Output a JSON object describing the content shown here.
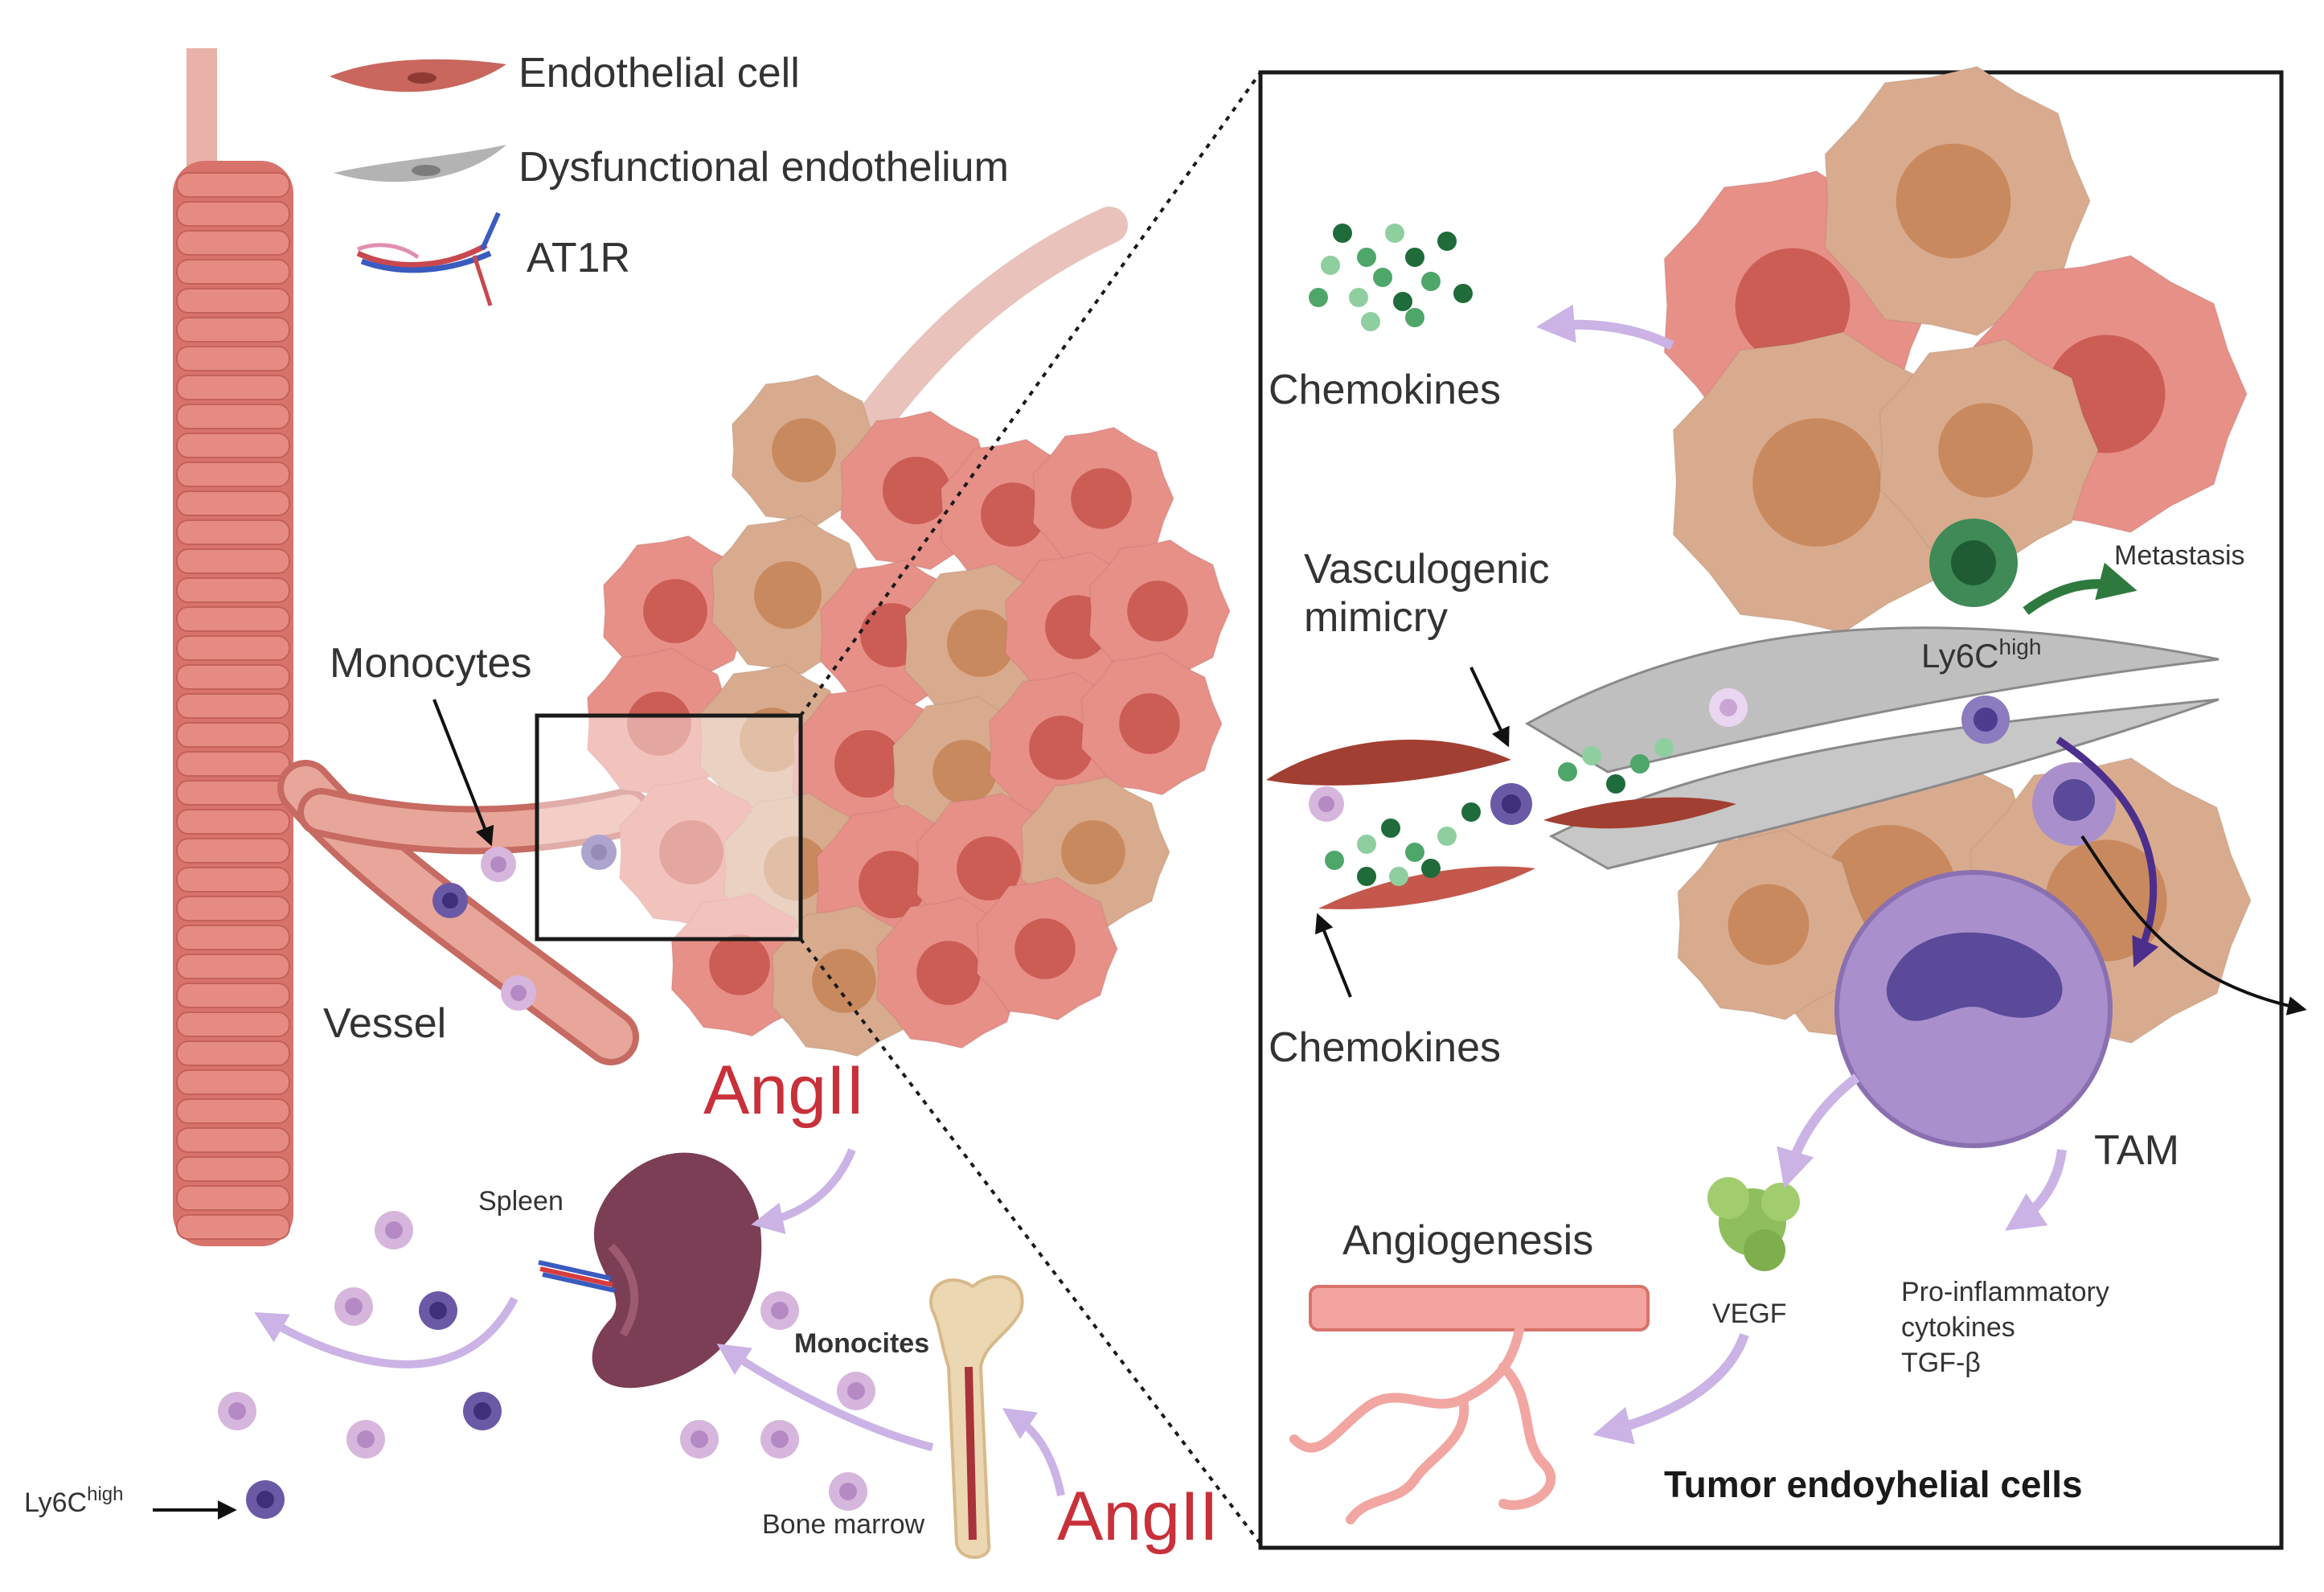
{
  "legend": {
    "endothelial": "Endothelial cell",
    "dysfunctional": "Dysfunctional endothelium",
    "at1r": "AT1R"
  },
  "left": {
    "monocytes": "Monocytes",
    "vessel": "Vessel",
    "angii_top": "AngII",
    "angii_bottom": "AngII",
    "spleen": "Spleen",
    "monocites": "Monocites",
    "bone_marrow": "Bone marrow",
    "ly6c_base": "Ly6C",
    "ly6c_sup": "high"
  },
  "right": {
    "chemokines_top": "Chemokines",
    "vasculogenic_1": "Vasculogenic",
    "vasculogenic_2": "mimicry",
    "metastasis": "Metastasis",
    "ly6c_base": "Ly6C",
    "ly6c_sup": "high",
    "chemokines_bottom": "Chemokines",
    "tam": "TAM",
    "angiogenesis": "Angiogenesis",
    "vegf": "VEGF",
    "proinf_1": "Pro-inflammatory",
    "proinf_2": "cytokines",
    "proinf_3": "TGF-β",
    "title": "Tumor endoyhelial cells"
  },
  "colors": {
    "endothelial": "#c9665e",
    "dysfunctional": "#a9a9a9",
    "tumor_pink": "#e79088",
    "tumor_tan": "#d9ab8e",
    "monocyte_light": "#d7b6dd",
    "monocyte_dark": "#6a5aa6",
    "tam": "#a98fcc",
    "arrow": "#cbb3e6",
    "angii": "#c8303a",
    "spleen": "#7c3e54",
    "vegf": "#8fbe5c"
  }
}
